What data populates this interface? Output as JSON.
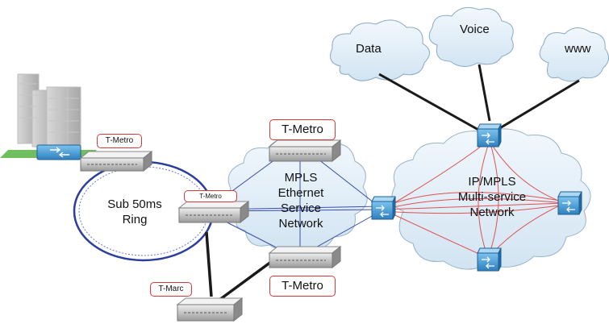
{
  "clouds": {
    "data": "Data",
    "voice": "Voice",
    "www": "www"
  },
  "networks": {
    "mpls_ethernet": [
      "MPLS",
      "Ethernet",
      "Service",
      "Network"
    ],
    "ip_mpls": [
      "IP/MPLS",
      "Multi-service",
      "Network"
    ]
  },
  "ring": [
    "Sub 50ms",
    "Ring"
  ],
  "tags": {
    "t_metro_top": "T-Metro",
    "t_metro_bottom": "T-Metro",
    "t_metro_building": "T-Metro",
    "t_metro_ring": "T-Metro",
    "t_marc": "T-Marc"
  },
  "colors": {
    "tag_border": "#d9383a",
    "ring": "#2a3e9e",
    "switch": "#4aa0d8",
    "mesh": "#e05050",
    "link": "#1a1a1a",
    "cloud_fill": "#e4eff8"
  },
  "icons": {
    "switch": "network-switch-icon",
    "device": "metro-ethernet-device-icon",
    "building": "office-building-icon"
  }
}
